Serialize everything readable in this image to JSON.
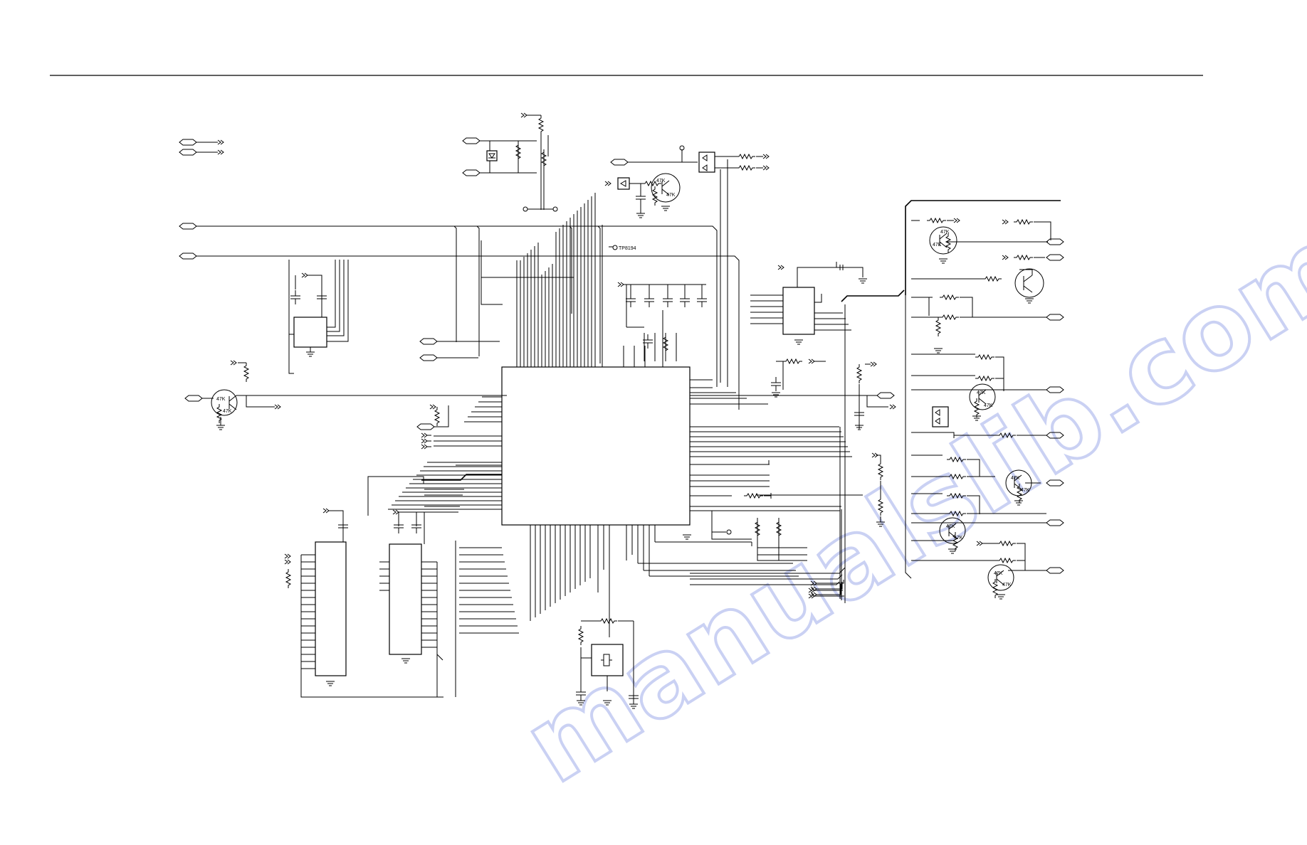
{
  "page": {
    "test_point_label": "TP8194",
    "watermark": "manualslib.com"
  },
  "schematic": {
    "transistor_resistor_value": "47K",
    "colors": {
      "wire": "#000000",
      "watermark": "#b9c2f0"
    }
  }
}
